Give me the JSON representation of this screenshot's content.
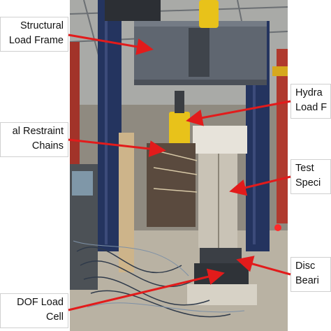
{
  "labels": {
    "frame": [
      "Structural",
      "Load Frame"
    ],
    "chains": [
      "al Restraint",
      "Chains"
    ],
    "loadcell": [
      "DOF Load",
      "Cell"
    ],
    "hydra": [
      "Hydra",
      "Load F"
    ],
    "test": [
      "Test",
      "Speci"
    ],
    "disc": [
      "Disc",
      "Beari"
    ]
  },
  "colors": {
    "arrow": "#e21b1b",
    "frame_blue": "#24345f",
    "beam_gray": "#5f6670",
    "yellow": "#e8c21a",
    "concrete": "#c9c3b6",
    "floor": "#b9b2a3"
  }
}
